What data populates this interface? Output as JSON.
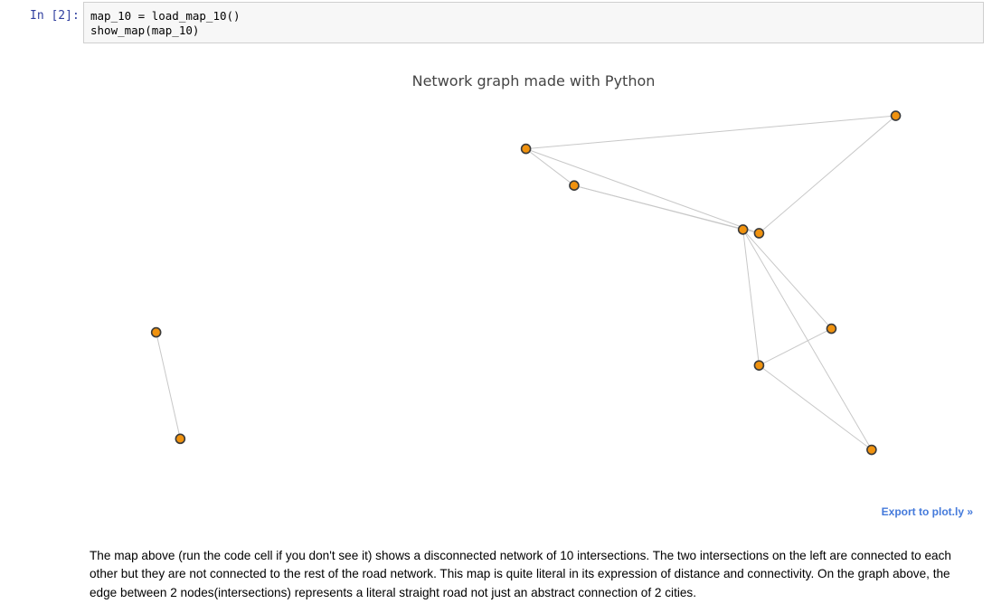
{
  "cell": {
    "prompt": "In [2]:",
    "code_lines": [
      "map_10 = load_map_10()",
      "show_map(map_10)"
    ]
  },
  "plot": {
    "title": "Network graph made with Python",
    "export_label": "Export to plot.ly »"
  },
  "markdown": {
    "text": "The map above (run the code cell if you don't see it) shows a disconnected network of 10 intersections. The two intersections on the left are connected to each other but they are not connected to the rest of the road network. This map is quite literal in its expression of distance and connectivity. On the graph above, the edge between 2 nodes(intersections) represents a literal straight road not just an abstract connection of 2 cities."
  },
  "chart_data": {
    "type": "scatter",
    "title": "Network graph made with Python",
    "colors": {
      "node_fill": "#f0920e",
      "node_stroke": "#3a3a3a",
      "edge": "#c8c8c8"
    },
    "nodes": [
      {
        "id": 0,
        "x": 0.78,
        "y": 0.67
      },
      {
        "id": 1,
        "x": 0.95,
        "y": 0.99
      },
      {
        "id": 2,
        "x": 0.06,
        "y": 0.11
      },
      {
        "id": 3,
        "x": 0.03,
        "y": 0.4
      },
      {
        "id": 4,
        "x": 0.87,
        "y": 0.41
      },
      {
        "id": 5,
        "x": 0.49,
        "y": 0.9
      },
      {
        "id": 6,
        "x": 0.55,
        "y": 0.8
      },
      {
        "id": 7,
        "x": 0.78,
        "y": 0.31
      },
      {
        "id": 8,
        "x": 0.76,
        "y": 0.68
      },
      {
        "id": 9,
        "x": 0.92,
        "y": 0.08
      }
    ],
    "edges": [
      [
        0,
        1
      ],
      [
        5,
        1
      ],
      [
        0,
        5
      ],
      [
        5,
        6
      ],
      [
        0,
        6
      ],
      [
        6,
        8
      ],
      [
        3,
        2
      ],
      [
        8,
        4
      ],
      [
        8,
        9
      ],
      [
        4,
        7
      ],
      [
        7,
        9
      ],
      [
        8,
        7
      ]
    ]
  }
}
